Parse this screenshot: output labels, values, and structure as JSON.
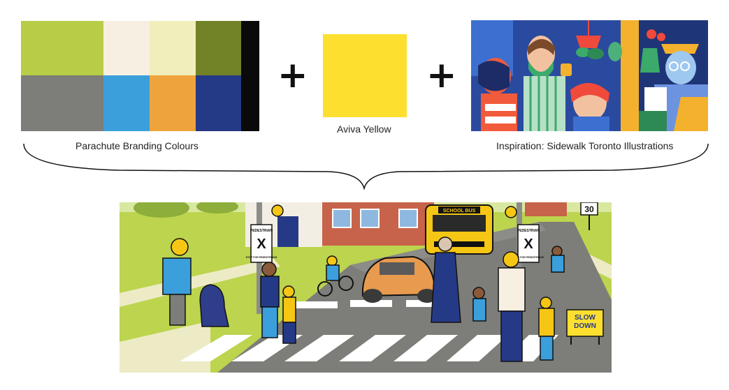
{
  "palette": {
    "label": "Parachute Branding Colours",
    "swatches": [
      {
        "name": "lime",
        "color": "#B8CC47"
      },
      {
        "name": "cream",
        "color": "#F7F0E2"
      },
      {
        "name": "pale-yellow",
        "color": "#F1EEBB"
      },
      {
        "name": "olive",
        "color": "#728227"
      },
      {
        "name": "black",
        "color": "#0A0A0A"
      },
      {
        "name": "gray",
        "color": "#7D7D79"
      },
      {
        "name": "sky-blue",
        "color": "#3B9FDC"
      },
      {
        "name": "orange",
        "color": "#EFA33C"
      },
      {
        "name": "navy",
        "color": "#253A86"
      }
    ]
  },
  "operators": {
    "plus1": "+",
    "plus2": "+"
  },
  "aviva": {
    "label": "Aviva Yellow",
    "color": "#FDDF2F"
  },
  "inspiration": {
    "label": "Inspiration: Sidewalk Toronto Illustrations"
  },
  "scene": {
    "bus_label": "SCHOOL BUS",
    "speed_limit": "30",
    "sign_left": {
      "top": "PEDESTRIAN",
      "mark": "X",
      "bottom": "STOP FOR PEDESTRIANS"
    },
    "sign_right": {
      "top": "PEDESTRIAN",
      "mark": "X",
      "bottom": "STOP FOR PEDESTRIANS"
    },
    "slow_down_line1": "SLOW",
    "slow_down_line2": "DOWN"
  }
}
